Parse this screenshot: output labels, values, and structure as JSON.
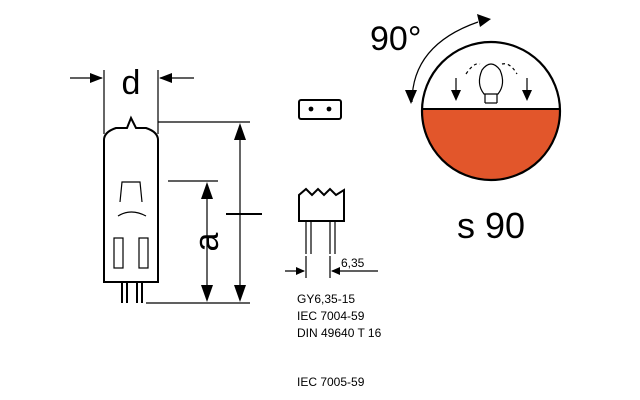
{
  "lamp_dims": {
    "diameter_label": "d",
    "height_label": "a"
  },
  "base": {
    "pin_spacing": "6,35",
    "spec_lines": [
      "GY6,35-15",
      "IEC 7004-59",
      "DIN 49640 T 16"
    ]
  },
  "burning_position": {
    "angle_label": "90°",
    "position_label": "s 90",
    "colors": {
      "fill": "#e2562b",
      "outline": "#000000",
      "background": "#ffffff"
    }
  },
  "footer": {
    "standard": "IEC 7005-59"
  }
}
